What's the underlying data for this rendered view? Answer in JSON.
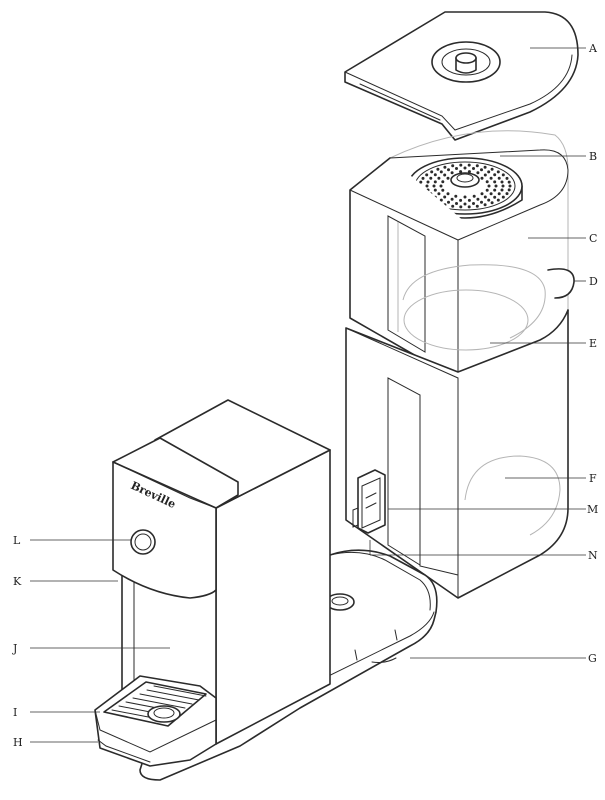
{
  "brand": "Breville",
  "callouts": [
    {
      "id": "A",
      "label": "A"
    },
    {
      "id": "B",
      "label": "B"
    },
    {
      "id": "C",
      "label": "C"
    },
    {
      "id": "D",
      "label": "D"
    },
    {
      "id": "E",
      "label": "E"
    },
    {
      "id": "F",
      "label": "F"
    },
    {
      "id": "M",
      "label": "M"
    },
    {
      "id": "N",
      "label": "N"
    },
    {
      "id": "G",
      "label": "G"
    },
    {
      "id": "L",
      "label": "L"
    },
    {
      "id": "K",
      "label": "K"
    },
    {
      "id": "J",
      "label": "J"
    },
    {
      "id": "I",
      "label": "I"
    },
    {
      "id": "H",
      "label": "H"
    }
  ]
}
